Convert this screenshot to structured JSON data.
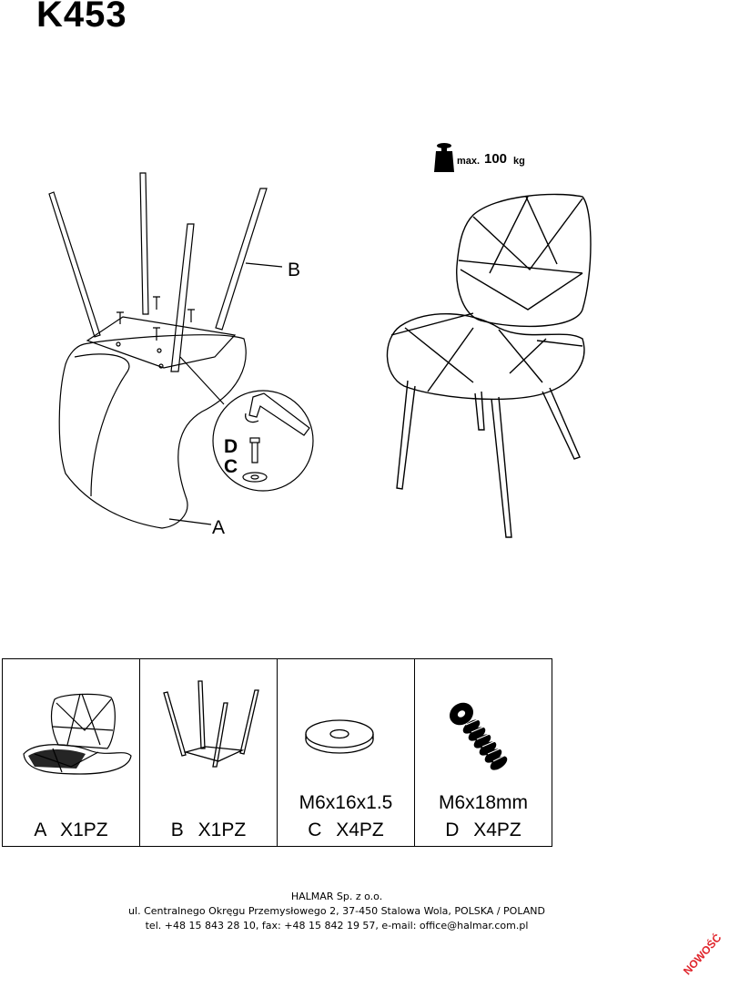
{
  "document": {
    "model_code": "K453",
    "max_load": {
      "prefix": "max.",
      "value": "100",
      "unit": "kg"
    },
    "callouts": {
      "a": "A",
      "b": "B",
      "c": "C",
      "d": "D"
    }
  },
  "parts": [
    {
      "spec": "",
      "letter": "A",
      "qty": "X1PZ"
    },
    {
      "spec": "",
      "letter": "B",
      "qty": "X1PZ"
    },
    {
      "spec": "M6x16x1.5",
      "letter": "C",
      "qty": "X4PZ"
    },
    {
      "spec": "M6x18mm",
      "letter": "D",
      "qty": "X4PZ"
    }
  ],
  "footer": {
    "company": "HALMAR Sp. z o.o.",
    "address": "ul. Centralnego Okręgu Przemysłowego 2, 37-450 Stalowa Wola, POLSKA / POLAND",
    "contact": "tel. +48 15 843 28 10, fax: +48 15 842 19 57, e-mail: office@halmar.com.pl"
  },
  "stamp": "NOWOŚĆ",
  "colors": {
    "stamp": "#e0242b",
    "line": "#000000"
  }
}
